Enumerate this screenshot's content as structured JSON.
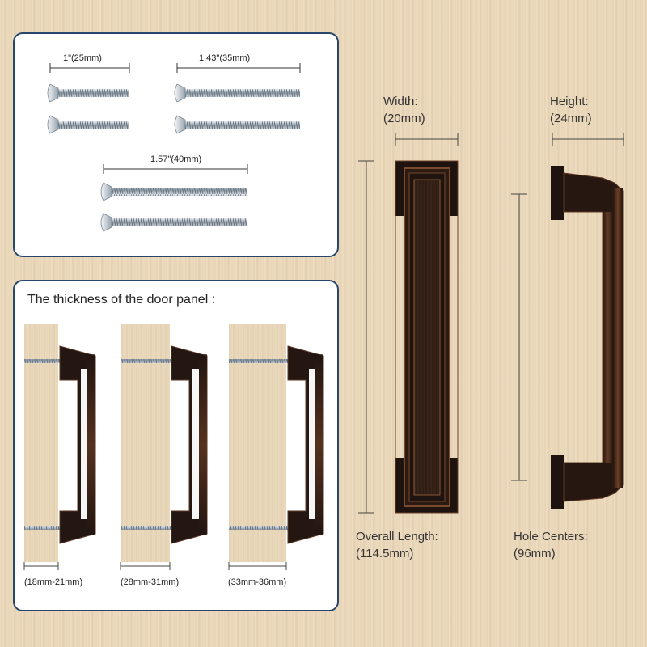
{
  "screws": {
    "label_25": "1\"(25mm)",
    "label_35": "1.43\"(35mm)",
    "label_40": "1.57\"(40mm)"
  },
  "thickness": {
    "title": "The thickness of the door panel :",
    "range_1": "(18mm-21mm)",
    "range_2": "(28mm-31mm)",
    "range_3": "(33mm-36mm)"
  },
  "dimensions": {
    "width_label": "Width:",
    "width_value": "(20mm)",
    "height_label": "Height:",
    "height_value": "(24mm)",
    "length_label": "Overall Length:",
    "length_value": "(114.5mm)",
    "holes_label": "Hole Centers:",
    "holes_value": "(96mm)"
  },
  "colors": {
    "panel_border": "#28456f",
    "wood": "#e8d6b9",
    "handle": "#2a1d19",
    "bronze": "#7a4a2e"
  }
}
